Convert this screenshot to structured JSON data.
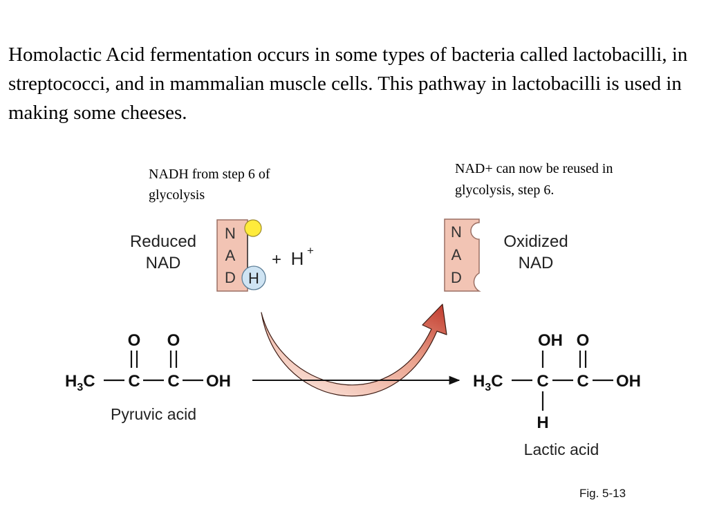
{
  "intro_text": "Homolactic Acid fermentation occurs in some types of bacteria called lactobacilli, in streptococci, and in mammalian muscle cells.  This pathway in lactobacilli is used in making some cheeses.",
  "note_nadh": "NADH from step 6 of glycolysis",
  "note_nad_plus": "NAD+ can now be reused in glycolysis, step 6.",
  "reduced_nad": {
    "line1": "Reduced",
    "line2": "NAD"
  },
  "oxidized_nad": {
    "line1": "Oxidized",
    "line2": "NAD"
  },
  "nad_letters": [
    "N",
    "A",
    "D"
  ],
  "hydrogen": "H",
  "plus_h": {
    "plus": "+",
    "h": "H",
    "charge": "+"
  },
  "pyruvic": {
    "label": "Pyruvic acid",
    "h3c": "H",
    "h3c_sub": "3",
    "h3c_c": "C",
    "c": "C",
    "o": "O",
    "oh": "OH"
  },
  "lactic": {
    "label": "Lactic acid",
    "h3c": "H",
    "h3c_sub": "3",
    "h3c_c": "C",
    "c": "C",
    "o": "O",
    "oh": "OH",
    "h": "H"
  },
  "fig_label": "Fig. 5-13",
  "colors": {
    "nad_box": "#f2c4b4",
    "nad_border": "#9a6f63",
    "yellow_ball": "#ffeb3b",
    "h_ball": "#cfe4f3",
    "arrow_dark": "#c0392b",
    "arrow_light": "#fde7e0"
  }
}
